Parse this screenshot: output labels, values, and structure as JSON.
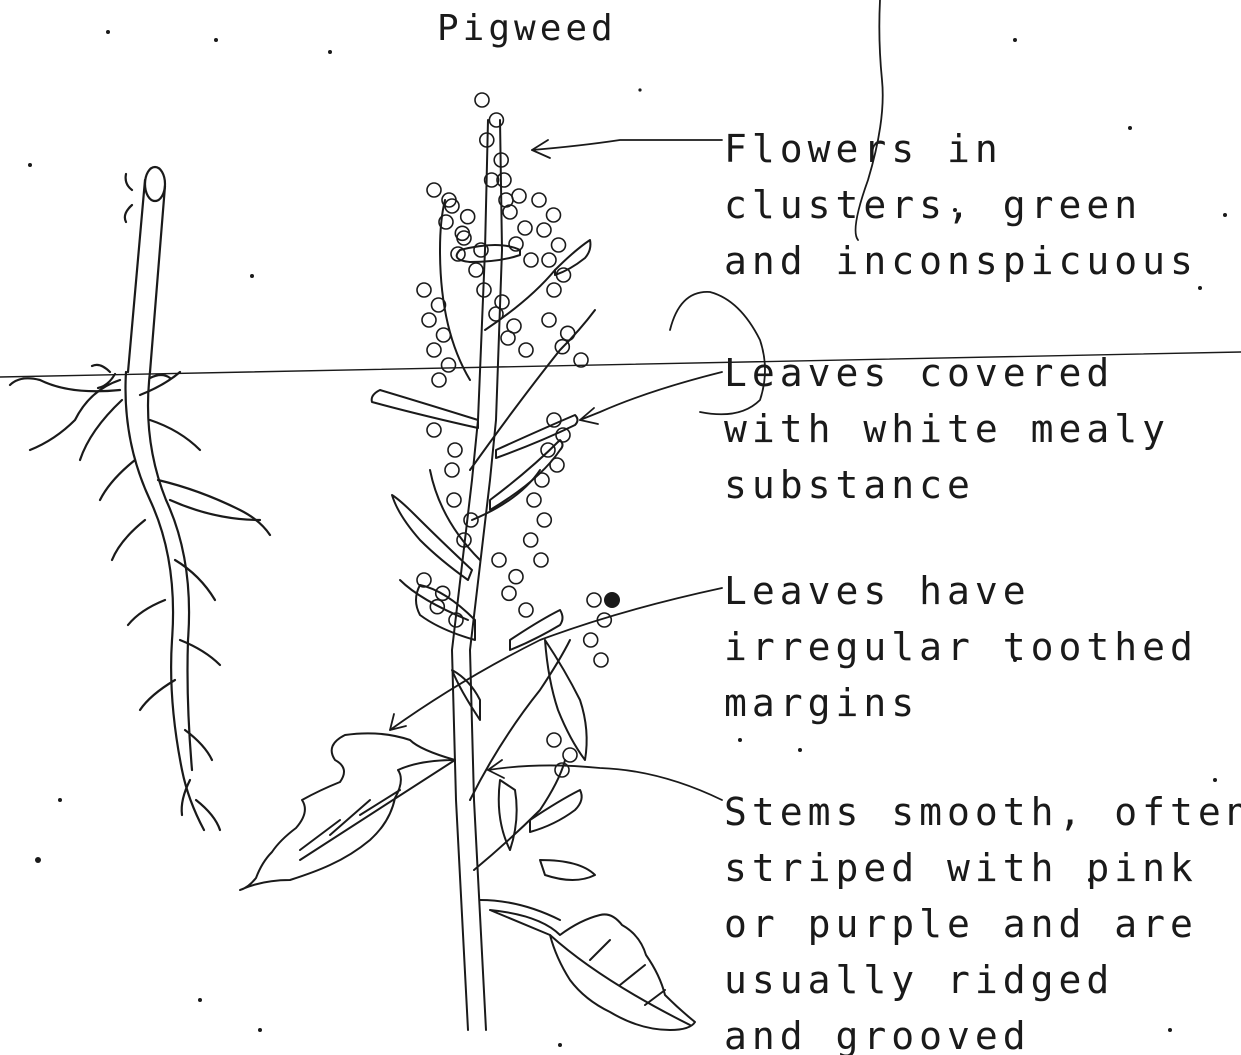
{
  "title": "Pigweed",
  "callouts": [
    {
      "id": "flowers",
      "lines": [
        "Flowers in",
        "clusters, green",
        "and inconspicuous"
      ]
    },
    {
      "id": "mealy",
      "lines": [
        "Leaves covered",
        "with white mealy",
        "substance"
      ]
    },
    {
      "id": "toothed",
      "lines": [
        "Leaves have",
        "irregular toothed",
        "margins"
      ]
    },
    {
      "id": "stems",
      "lines": [
        "Stems smooth, often",
        "striped with pink",
        "or purple and are",
        "usually ridged",
        "and grooved"
      ]
    }
  ],
  "colors": {
    "ink": "#1a1a1a",
    "paper": "#ffffff"
  }
}
